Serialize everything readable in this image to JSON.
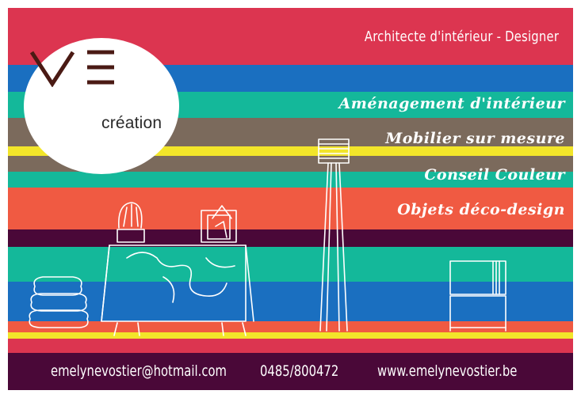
{
  "brand": {
    "logo_mark": "VE",
    "logo_sub": "création",
    "tagline": "Architecte d'intérieur - Designer"
  },
  "services": [
    "Aménagement d'intérieur",
    "Mobilier sur mesure",
    "Conseil Couleur",
    "Objets déco-design"
  ],
  "contact": {
    "email": "emelynevostier@hotmail.com",
    "phone": "0485/800472",
    "website": "www.emelynevostier.be"
  },
  "colors": {
    "red": "#dc3550",
    "blue": "#1a6fc0",
    "teal": "#14b89a",
    "brown": "#7b6a5c",
    "yellow": "#f2e52a",
    "coral": "#f05a42",
    "plum": "#4a0838",
    "white": "#ffffff"
  },
  "icons": [
    "cushion-stack-icon",
    "table-icon",
    "lamp-icon",
    "cabinet-icon",
    "vase-icon",
    "sculpture-icon"
  ]
}
